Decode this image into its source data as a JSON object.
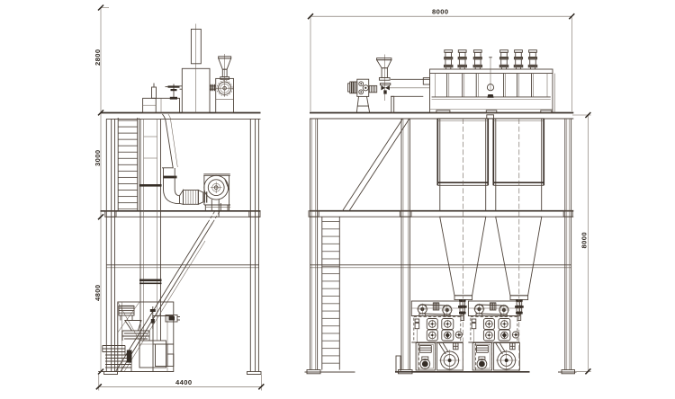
{
  "drawing": {
    "background": "#ffffff",
    "line_color": "#4c4138",
    "front_elevation": {
      "dim_equipment_height": "2800",
      "dim_upper_floor_height": "3000",
      "dim_lower_floor_height": "4800",
      "dim_base_width": "4400"
    },
    "side_elevation": {
      "dim_overall_width": "8000",
      "dim_overall_height": "8000"
    }
  }
}
